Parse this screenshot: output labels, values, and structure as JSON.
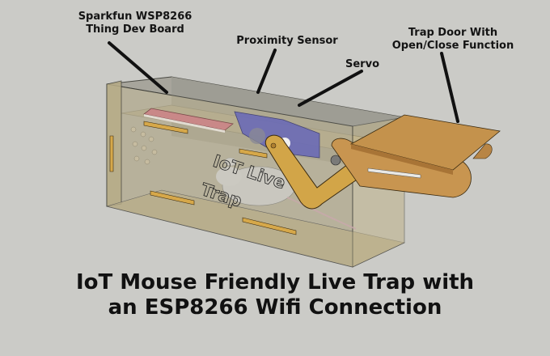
{
  "diagram": {
    "callouts": [
      {
        "id": "thing-dev-board",
        "lines": [
          "Sparkfun WSP8266",
          "Thing Dev Board"
        ]
      },
      {
        "id": "proximity-sensor",
        "lines": [
          "Proximity Sensor"
        ]
      },
      {
        "id": "servo",
        "lines": [
          "Servo"
        ]
      },
      {
        "id": "trap-door",
        "lines": [
          "Trap Door With",
          "Open/Close Function"
        ]
      }
    ],
    "engraving": [
      "IoT Live",
      "Trap"
    ],
    "title": {
      "line1": "IoT Mouse Friendly Live Trap with",
      "line2": "an ESP8266 Wifi Connection"
    }
  },
  "colors": {
    "background": "#cbcbc7",
    "acrylic": "#a9a493",
    "wood": "#c9a15a",
    "servo": "#6a6ab4",
    "pcb": "#c98a8a",
    "leader": "#111111"
  }
}
